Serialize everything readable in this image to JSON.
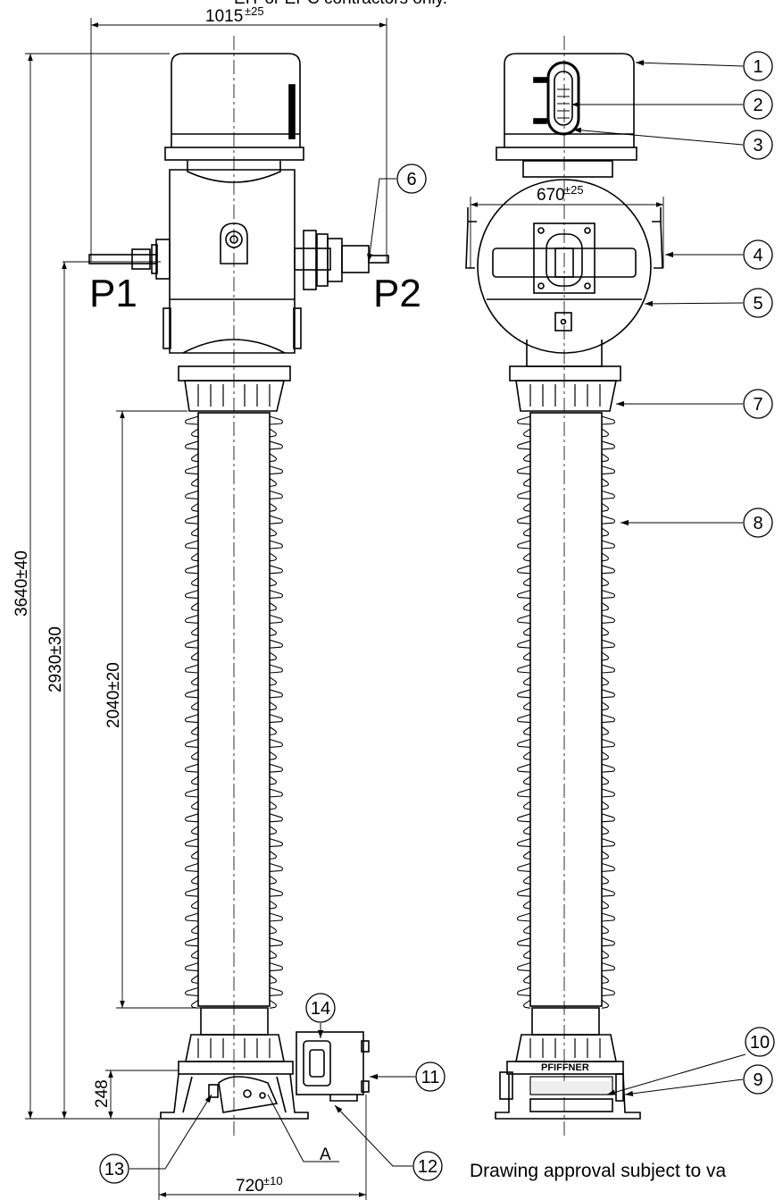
{
  "header_text": "EIT or EPC contractors only.",
  "footer_note": "Drawing approval subject to va",
  "dimensions": {
    "width_top": {
      "value": "1015",
      "tol": "±25"
    },
    "head_diameter": {
      "value": "670",
      "tol": "±25"
    },
    "base_width": {
      "value": "720",
      "tol": "±10"
    },
    "total_height": "3640±40",
    "terminal_height": "2930±30",
    "insulator_length": "2040±20",
    "base_height": "248"
  },
  "terminals": {
    "p1": "P1",
    "p2": "P2"
  },
  "section_mark": "A",
  "callouts": [
    "1",
    "2",
    "3",
    "4",
    "5",
    "6",
    "7",
    "8",
    "9",
    "10",
    "11",
    "12",
    "13",
    "14"
  ],
  "nameplate_text": "PFIFFNER"
}
